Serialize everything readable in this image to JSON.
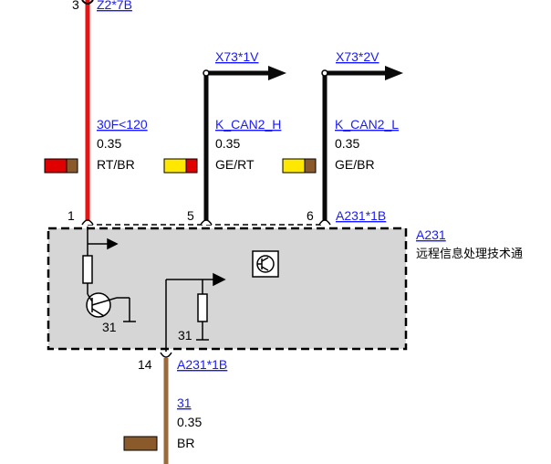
{
  "colors": {
    "red_wire": "#e81313",
    "black_wire": "#0a0a0a",
    "brown_wire": "#9b6a3c",
    "module_fill": "#d6d6d6",
    "link": "#1a1aff",
    "swatch_red": "#e00000",
    "swatch_yellow": "#ffe800",
    "swatch_brown": "#8b5a2b"
  },
  "top_connector": {
    "pin": "3",
    "label": "Z2*7B"
  },
  "wires": [
    {
      "id": "red",
      "name": "30F<120",
      "size": "0.35",
      "color_code": "RT/BR",
      "swatch": [
        "swatch_red",
        "swatch_brown"
      ],
      "pin": "1"
    },
    {
      "id": "can_h",
      "name": "K_CAN2_H",
      "size": "0.35",
      "color_code": "GE/RT",
      "swatch": [
        "swatch_yellow",
        "swatch_red"
      ],
      "pin": "5",
      "destination": "X73*1V"
    },
    {
      "id": "can_l",
      "name": "K_CAN2_L",
      "size": "0.35",
      "color_code": "GE/BR",
      "swatch": [
        "swatch_yellow",
        "swatch_brown"
      ],
      "pin": "6",
      "destination": "X73*2V"
    }
  ],
  "module": {
    "name": "A231",
    "description": "远程信息处理技术通",
    "top_connector": "A231*1B",
    "bottom_pin": "14",
    "bottom_connector": "A231*1B",
    "ground_label_1": "31",
    "ground_label_2": "31"
  },
  "ground_wire": {
    "name": "31",
    "size": "0.35",
    "color_code": "BR",
    "swatch": [
      "swatch_brown"
    ]
  }
}
